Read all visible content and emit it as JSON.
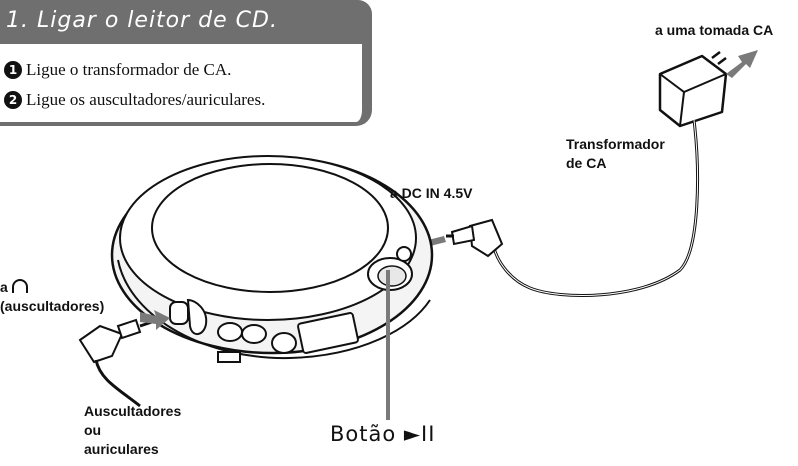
{
  "step": {
    "title": "1. Ligar o leitor de CD.",
    "items": [
      {
        "number": "1",
        "text": "Ligue o transformador de CA."
      },
      {
        "number": "2",
        "text": "Ligue os auscultadores/auriculares."
      }
    ]
  },
  "labels": {
    "outlet": "a uma tomada CA",
    "adapter_line1": "Transformador",
    "adapter_line2": "de CA",
    "dc_in": "a DC IN 4.5V",
    "headphone_jack_line1": "a",
    "headphone_jack_line2": "(auscultadores)",
    "headphones_line1": "Auscultadores",
    "headphones_line2": "ou",
    "headphones_line3": "auriculares",
    "play_button": "Botão ►II"
  },
  "icons": {
    "headphone_symbol": "headphone-icon",
    "circled_numbers": "number-badge-icon"
  },
  "colors": {
    "title_bar": "#6f6f6f",
    "arrow": "#7a7a7a"
  }
}
